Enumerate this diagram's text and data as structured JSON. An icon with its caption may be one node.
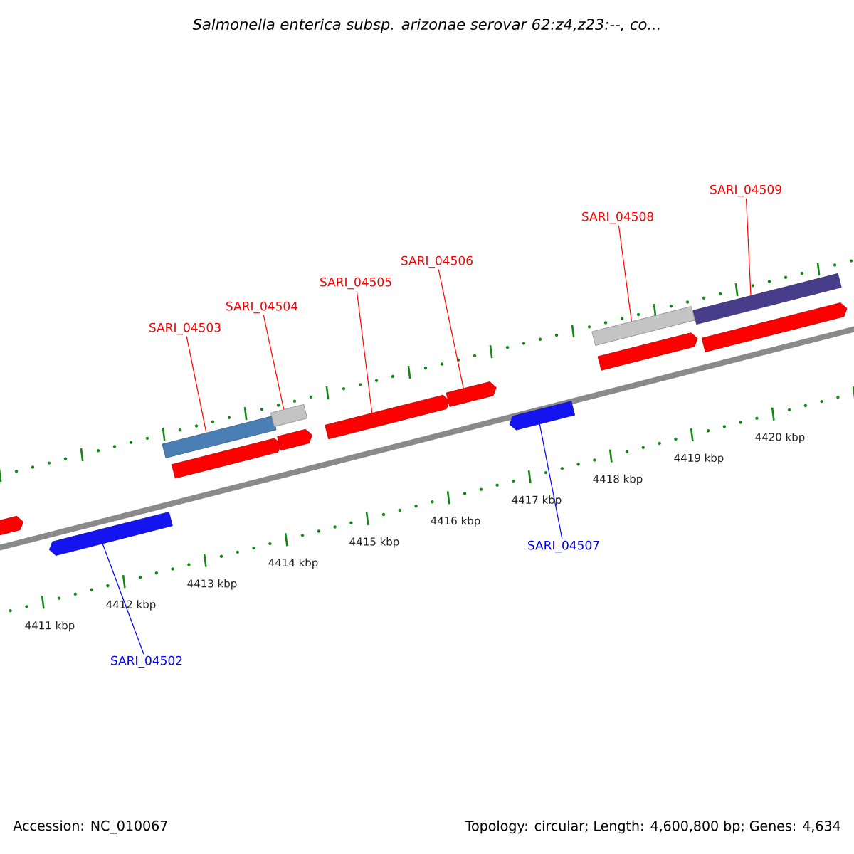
{
  "diagram": {
    "title": "Salmonella enterica subsp. arizonae serovar 62:z4,z23:--, co...",
    "nodes": [
      {
        "text": [],
        "shape": "arrow"
      },
      {
        "text": [],
        "shape": "arrow"
      },
      {
        "text": [],
        "shape": "bar"
      },
      {
        "text": [],
        "shape": "arrow"
      },
      {
        "text": [],
        "shape": "bar"
      },
      {
        "text": [],
        "shape": "arrow"
      },
      {
        "text": [],
        "shape": "arrow"
      },
      {
        "text": [],
        "shape": "arrow"
      },
      {
        "text": [],
        "shape": "arrow"
      },
      {
        "text": [],
        "shape": "bar"
      },
      {
        "text": [],
        "shape": "arrow"
      },
      {
        "text": [],
        "shape": "bar"
      },
      {
        "text": [],
        "shape": "arrow"
      },
      {
        "text": [
          "SARI_04502"
        ]
      },
      {
        "text": [
          "SARI_04503"
        ]
      },
      {
        "text": [
          "SARI_04504"
        ]
      },
      {
        "text": [
          "SARI_04505"
        ]
      },
      {
        "text": [
          "SARI_04506"
        ]
      },
      {
        "text": [
          "SARI_04507"
        ]
      },
      {
        "text": [
          "SARI_04508"
        ]
      },
      {
        "text": [
          "SARI_04509"
        ]
      }
    ],
    "edges": [
      {
        "from": 13,
        "to": 1,
        "arrow": "none",
        "color": "#0000ff"
      },
      {
        "from": 14,
        "to": 2,
        "arrow": "none"
      },
      {
        "from": 15,
        "to": 4,
        "arrow": "none"
      },
      {
        "from": 16,
        "to": 6,
        "arrow": "none"
      },
      {
        "from": 17,
        "to": 7,
        "arrow": "none"
      },
      {
        "from": 18,
        "to": 8,
        "arrow": "none",
        "color": "#0000ff"
      },
      {
        "from": 19,
        "to": 9,
        "arrow": "none"
      },
      {
        "from": 20,
        "to": 11,
        "arrow": "none"
      }
    ],
    "labels": [
      "4411 kbp",
      "4412 kbp",
      "4413 kbp",
      "4414 kbp",
      "4415 kbp",
      "4416 kbp",
      "4417 kbp",
      "4418 kbp",
      "4419 kbp",
      "4420 kbp",
      "Accession: NC_010067",
      "Topology: circular; Length: 4,600,800 bp; Genes: 4,634"
    ]
  }
}
